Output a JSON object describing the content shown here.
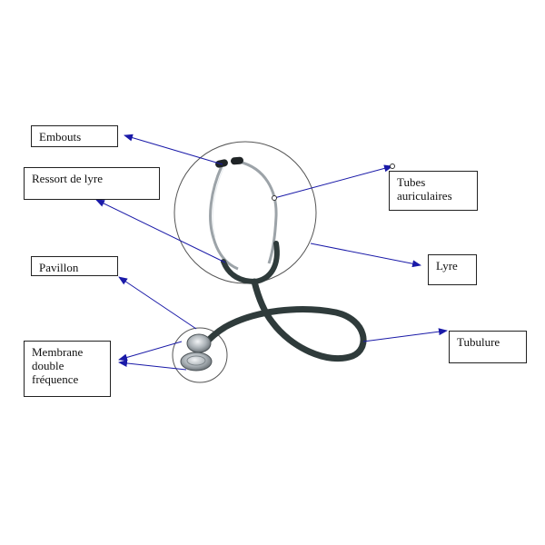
{
  "labels": {
    "embouts": "Embouts",
    "ressort": "Ressort de lyre",
    "tubes": "Tubes\nauriculaires",
    "lyre": "Lyre",
    "pavillon": "Pavillon",
    "membrane": "Membrane\ndouble\nfréquence",
    "tubulure": "Tubulure"
  },
  "colors": {
    "arrow": "#1a1aa8",
    "tube": "#2f3b3b",
    "metal": "#b9bfc3",
    "outline": "#555555"
  }
}
